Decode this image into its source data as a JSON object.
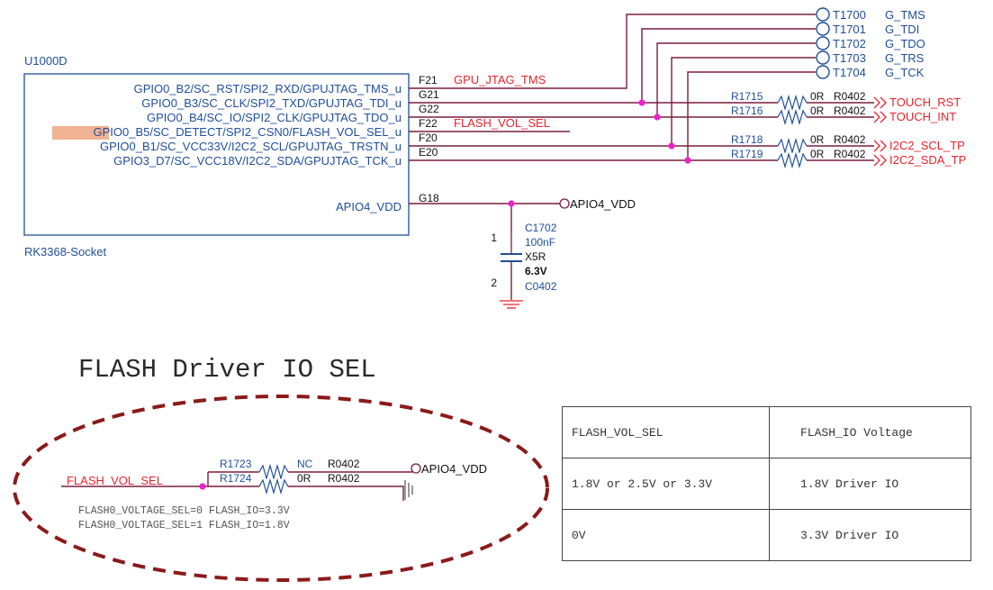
{
  "component": {
    "ref": "U1000D",
    "socket": "RK3368-Socket",
    "pins": [
      {
        "pre": "GPIO0_B2/SC_RST/SPI2_RXD/GPUJTAG_TMS_u",
        "hl": "",
        "num": "F21",
        "net": "GPU_JTAG_TMS"
      },
      {
        "pre": "GPIO0_B3/SC_CLK/SPI2_TXD/GPUJTAG_TDI_u",
        "hl": "",
        "num": "G21",
        "net": ""
      },
      {
        "pre": "GPIO0_B4/SC_IO/SPI2_CLK/GPUJTAG_TDO_u",
        "hl": "",
        "num": "G22",
        "net": ""
      },
      {
        "pre": "",
        "hl": "GPIO0_B5",
        "post": "/SC_DETECT/SPI2_CSN0/FLASH_VOL_SEL_u",
        "num": "F22",
        "net": "FLASH_VOL_SEL"
      },
      {
        "pre": "GPIO0_B1/SC_VCC33V/I2C2_SCL/GPUJTAG_TRSTN_u",
        "hl": "",
        "num": "F20",
        "net": ""
      },
      {
        "pre": "GPIO3_D7/SC_VCC18V/I2C2_SDA/GPUJTAG_TCK_u",
        "hl": "",
        "num": "E20",
        "net": ""
      }
    ],
    "power_pin": {
      "name": "APIO4_VDD",
      "num": "G18"
    }
  },
  "testpoints": [
    {
      "ref": "T1700",
      "net": "G_TMS"
    },
    {
      "ref": "T1701",
      "net": "G_TDI"
    },
    {
      "ref": "T1702",
      "net": "G_TDO"
    },
    {
      "ref": "T1703",
      "net": "G_TRS"
    },
    {
      "ref": "T1704",
      "net": "G_TCK"
    }
  ],
  "resistors": [
    {
      "ref": "R1715",
      "value": "0R",
      "pkg": "R0402",
      "net": "TOUCH_RST"
    },
    {
      "ref": "R1716",
      "value": "0R",
      "pkg": "R0402",
      "net": "TOUCH_INT"
    },
    {
      "ref": "R1718",
      "value": "0R",
      "pkg": "R0402",
      "net": "I2C2_SCL_TP"
    },
    {
      "ref": "R1719",
      "value": "0R",
      "pkg": "R0402",
      "net": "I2C2_SDA_TP"
    }
  ],
  "capacitor": {
    "ref": "C1702",
    "value": "100nF",
    "dielectric": "X5R",
    "voltage": "6.3V",
    "pkg": "C0402",
    "pin1": "1",
    "pin2": "2",
    "net": "APIO4_VDD"
  },
  "section_title": "FLASH Driver IO SEL",
  "flash_sel": {
    "net": "FLASH_VOL_SEL",
    "r_top": {
      "ref": "R1723",
      "value": "NC",
      "pkg": "R0402"
    },
    "r_bot": {
      "ref": "R1724",
      "value": "0R",
      "pkg": "R0402"
    },
    "power": "APIO4_VDD",
    "note1": "FLASH0_VOLTAGE_SEL=0 FLASH_IO=3.3V",
    "note2": "FLASH0_VOLTAGE_SEL=1 FLASH_IO=1.8V"
  },
  "table": {
    "header": [
      "FLASH_VOL_SEL",
      "FLASH_IO Voltage"
    ],
    "rows": [
      [
        "1.8V or 2.5V or 3.3V",
        "1.8V Driver IO"
      ],
      [
        "0V",
        "3.3V Driver IO"
      ]
    ]
  },
  "colors": {
    "wire": "#7a1f3d",
    "net_label": "#e8242b",
    "pin_text": "#1f4e9c",
    "junction": "#ee22cc",
    "highlight": "#f1b394",
    "ellipse": "#8b1a1a"
  }
}
